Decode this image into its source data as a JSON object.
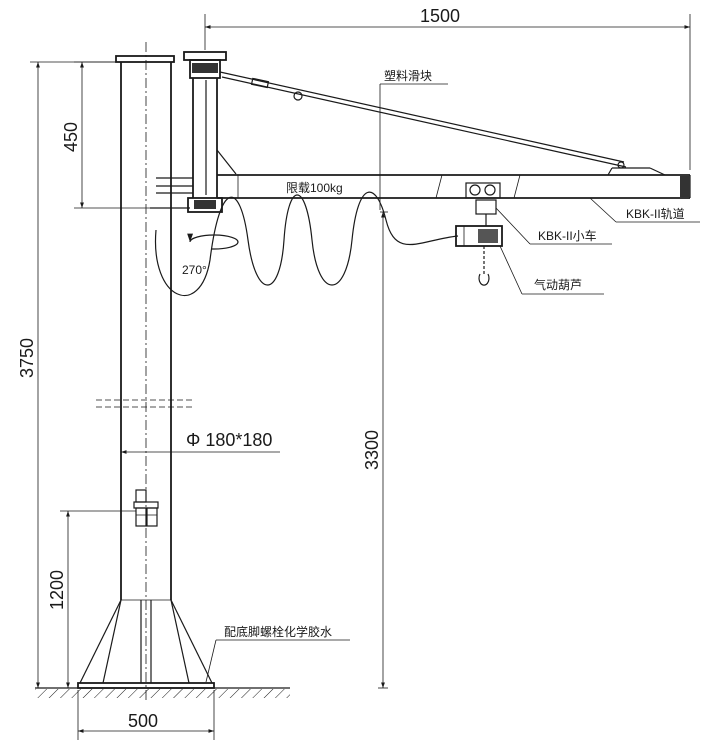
{
  "dimensions": {
    "arm_length": "1500",
    "arm_height": "450",
    "total_height": "3750",
    "lift_height": "3300",
    "valve_height": "1200",
    "base_width": "500",
    "column_section": "Φ 180*180",
    "rotation": "270°"
  },
  "labels": {
    "plastic_slider": "塑料滑块",
    "load_limit": "限载100kg",
    "rail": "KBK-II轨道",
    "trolley": "KBK-II小车",
    "hoist": "气动葫芦",
    "anchor": "配底脚螺栓化学胶水"
  }
}
